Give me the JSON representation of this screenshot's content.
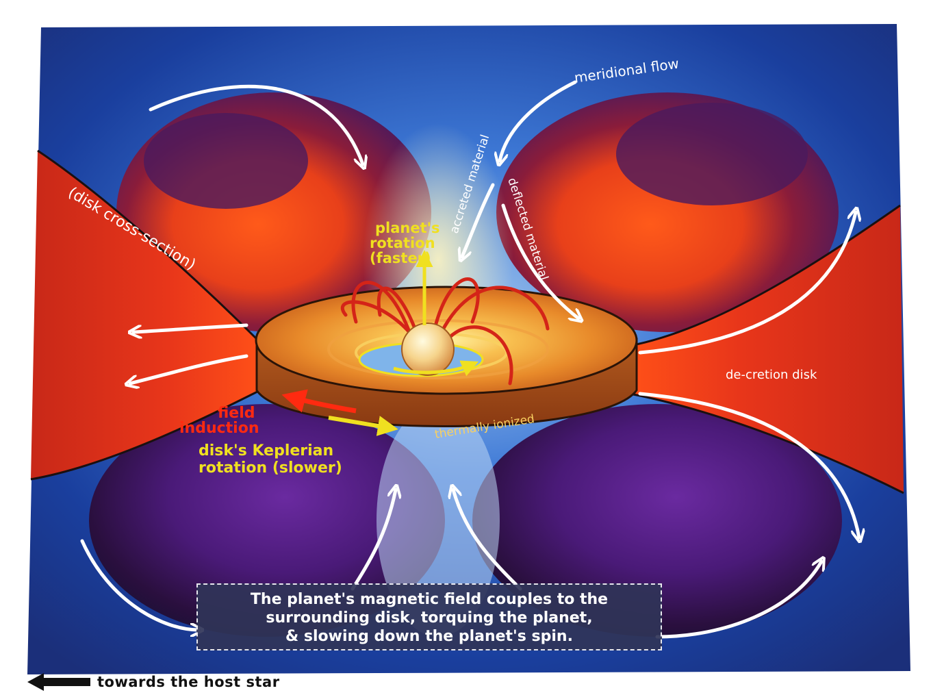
{
  "labels": {
    "meridional_flow": "meridional flow",
    "accreted_material": "accreted material",
    "deflected_material": "deflected material",
    "disk_cross_section": "(disk cross-section)",
    "planets_rotation_line1": "planet's",
    "planets_rotation_line2": "rotation",
    "planets_rotation_line3": "(faster)",
    "field_induction_line1": "field",
    "field_induction_line2": "induction",
    "keplerian_line1": "disk's Keplerian",
    "keplerian_line2": "rotation (slower)",
    "thermally_ionized": "thermally ionized",
    "decretion_disk": "de-cretion disk"
  },
  "caption": {
    "line1": "The planet's magnetic field couples to the",
    "line2": "surrounding disk, torquing the planet,",
    "line3": "& slowing down the planet's spin."
  },
  "footer": {
    "text": "towards the host star"
  },
  "colors": {
    "sky_blue": "#1f4fc0",
    "lobe_purple": "#4a1a5e",
    "lobe_red": "#e8401a",
    "disk_red": "#d8301c",
    "disk_body": "#b0561c",
    "planet": "#f3d089",
    "field_line": "#d42418",
    "label_yellow": "#f0e020",
    "label_red": "#ff2a10",
    "arrow_white": "#ffffff"
  },
  "icons": [
    "curved-arrow-icon",
    "left-arrow-icon"
  ]
}
